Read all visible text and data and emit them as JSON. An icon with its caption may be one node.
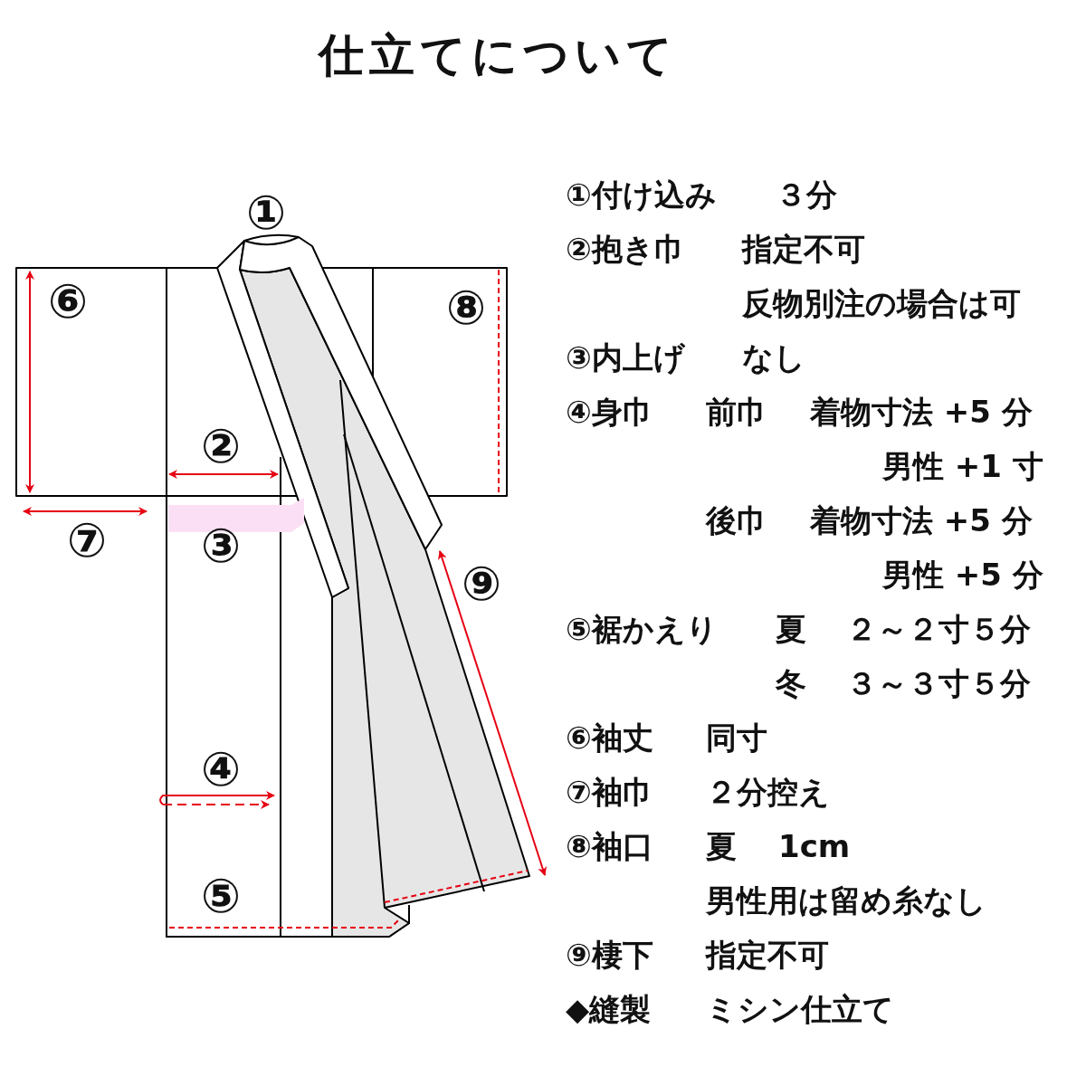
{
  "diagram": {
    "title": "仕立てについて",
    "labels": [
      "①",
      "⑥",
      "⑧",
      "②",
      "⑦",
      "③",
      "⑨",
      "④",
      "⑤",
      "①付け込み",
      "３分",
      "②抱き巾",
      "指定不可",
      "反物別注の場合は可",
      "③内上げ",
      "なし",
      "④身巾",
      "前巾",
      "着物寸法 +5 分",
      "男性 +1 寸",
      "後巾",
      "着物寸法 +5 分",
      "男性 +5 分",
      "⑤裾かえり",
      "夏",
      "２～２寸５分",
      "冬",
      "３～３寸５分",
      "⑥袖丈",
      "同寸",
      "⑦袖巾",
      "２分控え",
      "⑧袖口",
      "夏",
      "1cm",
      "男性用は留め糸なし",
      "⑨棲下",
      "指定不可",
      "◆縫製",
      "ミシン仕立て"
    ]
  }
}
